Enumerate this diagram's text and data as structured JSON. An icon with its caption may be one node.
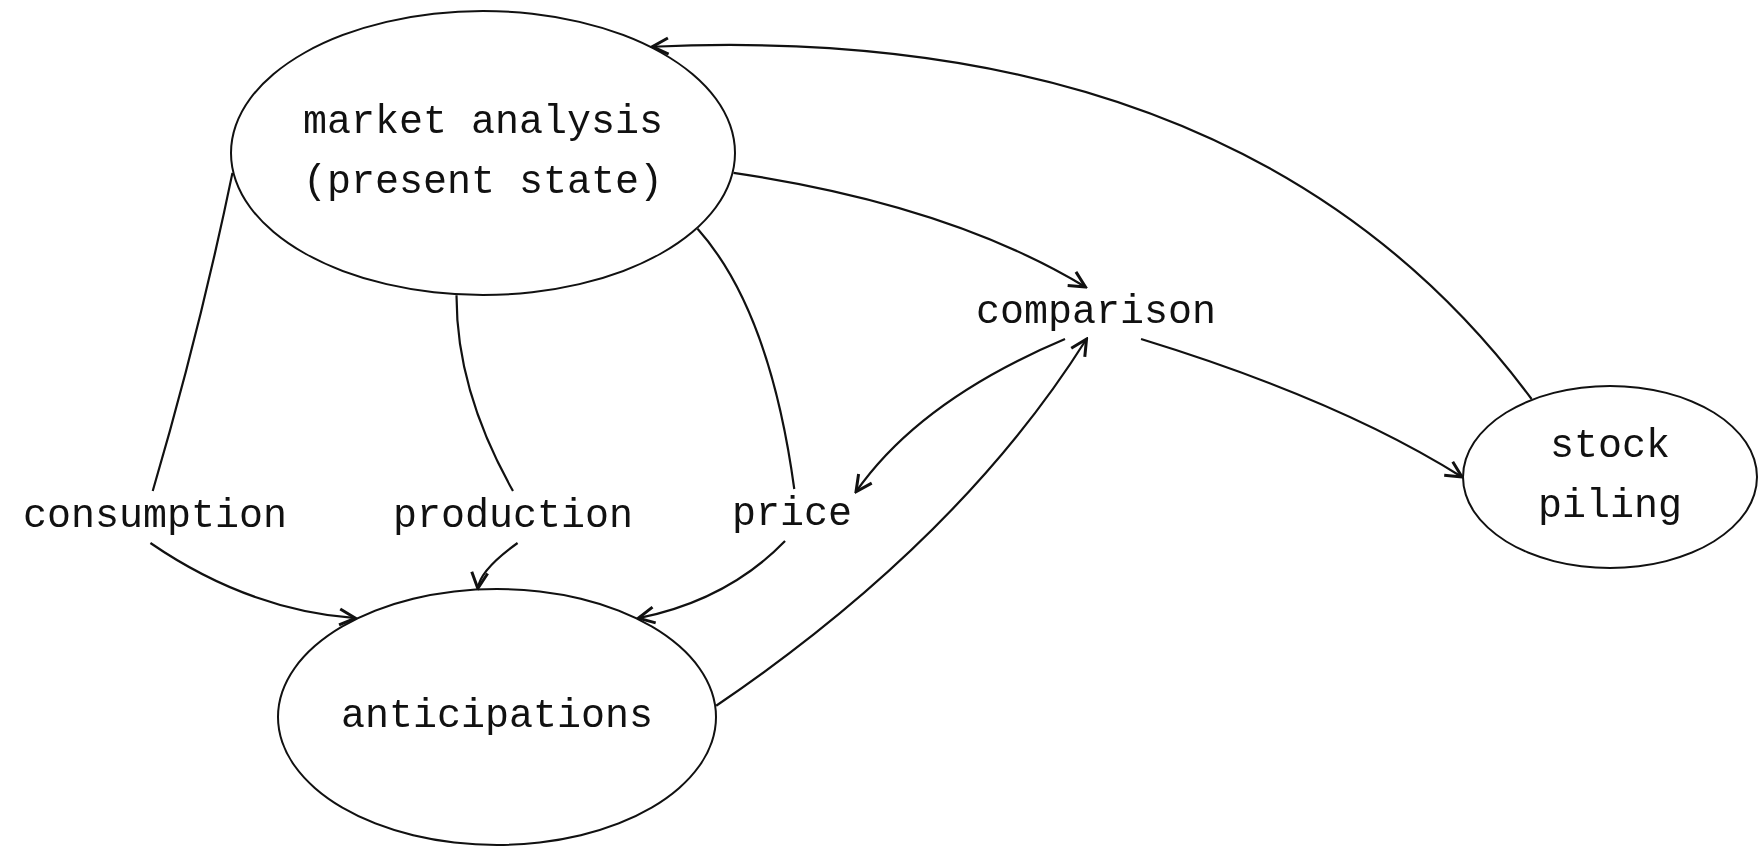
{
  "diagram": {
    "nodes": [
      {
        "text": [
          "market analysis (present state)"
        ]
      },
      {
        "text": [
          "comparison"
        ]
      },
      {
        "text": [
          "stock piling"
        ]
      },
      {
        "text": [
          "consumption"
        ]
      },
      {
        "text": [
          "production"
        ]
      },
      {
        "text": [
          "price"
        ]
      },
      {
        "text": [
          "anticipations"
        ]
      }
    ],
    "edges": [
      {
        "from": 0,
        "to": 3,
        "arrow": "none"
      },
      {
        "from": 3,
        "to": 6,
        "arrow": "to"
      },
      {
        "from": 0,
        "to": 4,
        "arrow": "none"
      },
      {
        "from": 4,
        "to": 6,
        "arrow": "to"
      },
      {
        "from": 0,
        "to": 5,
        "arrow": "none"
      },
      {
        "from": 5,
        "to": 6,
        "arrow": "to"
      },
      {
        "from": 0,
        "to": 1,
        "arrow": "to"
      },
      {
        "from": 1,
        "to": 5,
        "arrow": "to"
      },
      {
        "from": 6,
        "to": 1,
        "arrow": "to"
      },
      {
        "from": 1,
        "to": 2,
        "arrow": "to"
      },
      {
        "from": 2,
        "to": 0,
        "arrow": "to"
      }
    ]
  }
}
